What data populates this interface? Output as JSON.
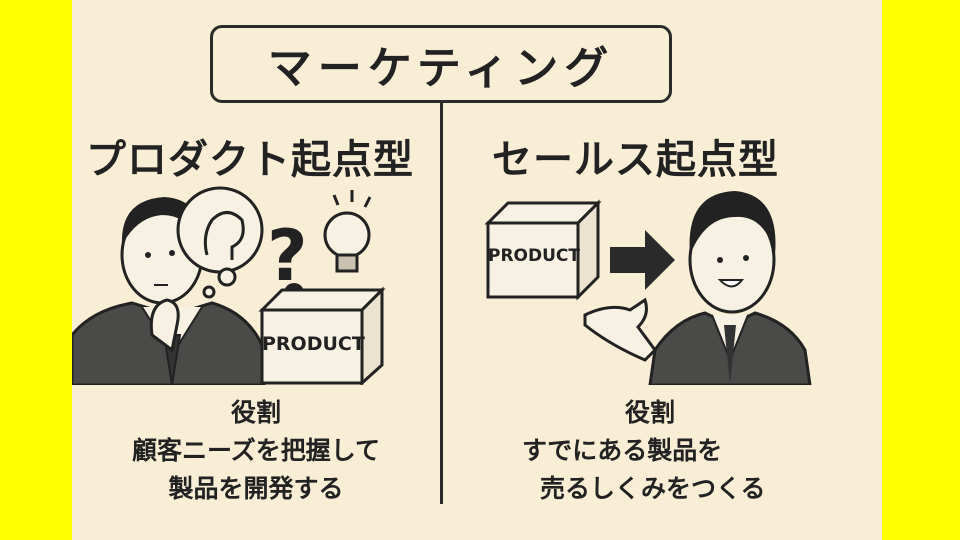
{
  "title": "マーケティング",
  "left": {
    "heading": "プロダクト起点型",
    "role_label": "役割",
    "role_lines": [
      "顧客ニーズを把握して",
      "製品を開発する"
    ],
    "box_label": "PRODUCT",
    "illustration": "thinking-businessman-with-head-bubble-question-mark-lightbulb-and-product-box"
  },
  "right": {
    "heading": "セールス起点型",
    "role_label": "役割",
    "role_lines": [
      "すでにある製品を",
      "売るしくみをつくる"
    ],
    "box_label": "PRODUCT",
    "illustration": "product-box-arrow-to-smiling-presenting-businessman"
  },
  "colors": {
    "frame": "#ffff00",
    "background": "#f8eed6",
    "ink": "#2a2a2a"
  }
}
